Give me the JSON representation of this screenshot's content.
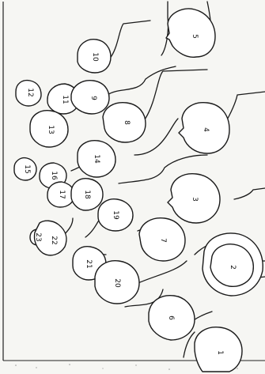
{
  "figure": {
    "kind": "people-identification-key",
    "rotation": "rotated-90-clockwise",
    "people": [
      {
        "id": "1"
      },
      {
        "id": "2"
      },
      {
        "id": "3"
      },
      {
        "id": "4"
      },
      {
        "id": "5"
      },
      {
        "id": "6"
      },
      {
        "id": "7"
      },
      {
        "id": "8"
      },
      {
        "id": "9"
      },
      {
        "id": "10"
      },
      {
        "id": "11"
      },
      {
        "id": "12"
      },
      {
        "id": "13"
      },
      {
        "id": "14"
      },
      {
        "id": "15"
      },
      {
        "id": "16"
      },
      {
        "id": "17"
      },
      {
        "id": "18"
      },
      {
        "id": "19"
      },
      {
        "id": "20"
      },
      {
        "id": "21"
      },
      {
        "id": "22"
      },
      {
        "id": "23"
      }
    ],
    "colors": {
      "paper": "#f6f6f3",
      "ink": "#1a1a1a",
      "face_fill": "#ffffff"
    }
  }
}
